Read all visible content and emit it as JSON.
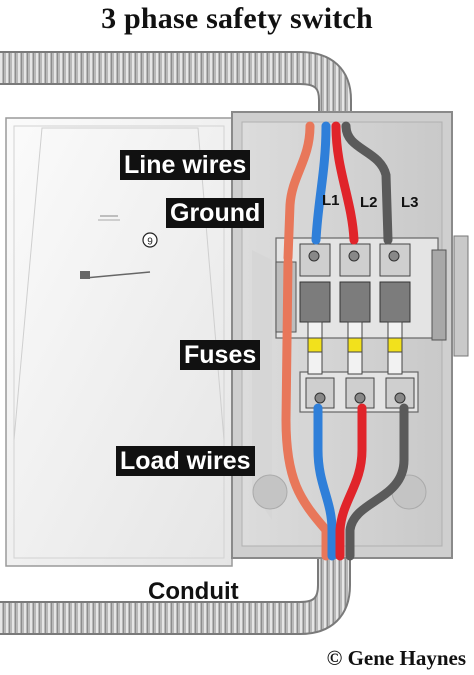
{
  "title": "3 phase safety switch",
  "labels": {
    "line_wires": "Line wires",
    "ground": "Ground",
    "fuses": "Fuses",
    "load_wires": "Load wires",
    "conduit": "Conduit"
  },
  "phases": [
    "L1",
    "L2",
    "L3"
  ],
  "door_badge": "9",
  "copyright": "© Gene Haynes",
  "colors": {
    "ground_wire": "#e8775a",
    "phase_l1_wire": "#2f7fd9",
    "phase_l2_wire": "#e0242a",
    "phase_l3_wire": "#5a5a5a",
    "fuse_yellow": "#f2e11c",
    "label_background": "#111111"
  }
}
